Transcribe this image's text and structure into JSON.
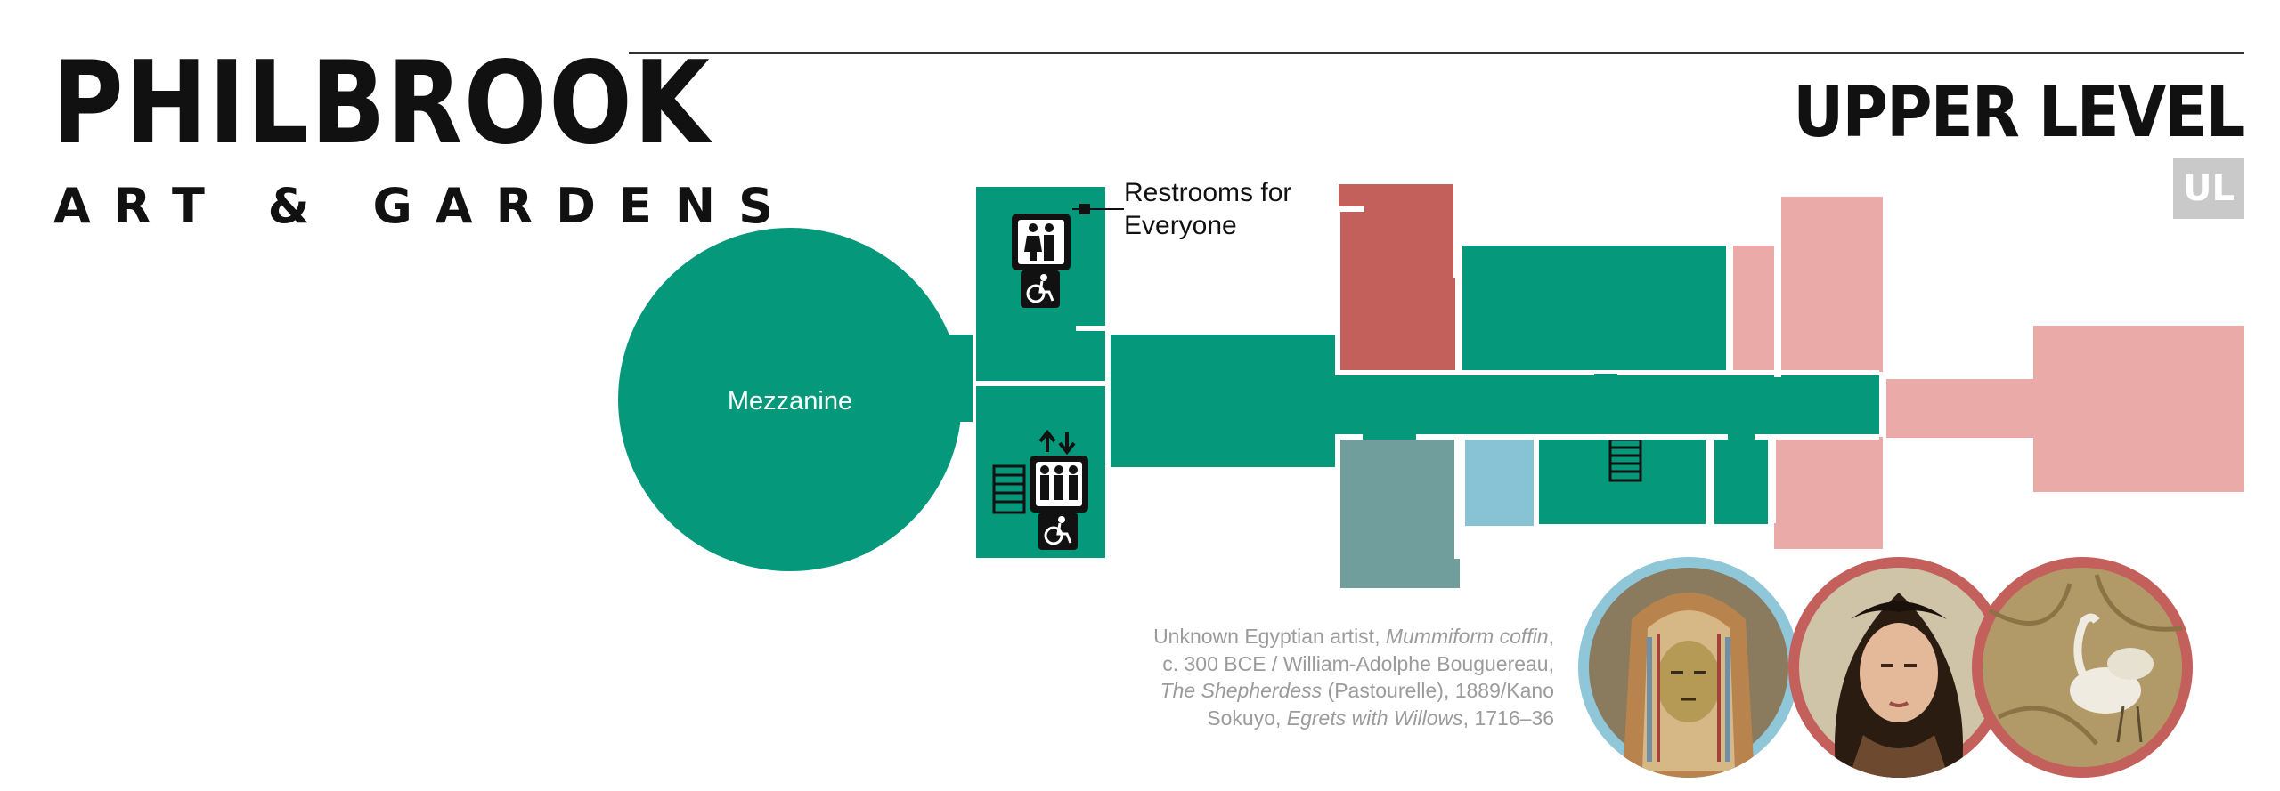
{
  "logo": {
    "line1": "PHILBROOK",
    "line2": "ART & GARDENS"
  },
  "level": {
    "title": "UPPER LEVEL",
    "badge": "UL"
  },
  "map": {
    "rooms": {
      "mezzanine": "Mezzanine"
    },
    "callout": "Restrooms for Everyone",
    "colors": {
      "teal": "#05987a",
      "red": "#c4605c",
      "pink": "#eaaaa7",
      "slate": "#6f9e9c",
      "lightBlue": "#88c3d5",
      "gray": "#c9c9c9"
    },
    "icons": [
      "restroom-icon",
      "accessible-icon",
      "elevator-icon",
      "stairs-icon"
    ]
  },
  "caption": {
    "parts": [
      {
        "text": "Unknown Egyptian artist, ",
        "italic": false
      },
      {
        "text": "Mummiform coffin",
        "italic": true
      },
      {
        "text": ", c. 300 BCE / William-Adolphe Bouguereau, ",
        "italic": false
      },
      {
        "text": "The Shepherdess",
        "italic": true
      },
      {
        "text": " (Pastourelle), 1889/Kano Sokuyo, ",
        "italic": false
      },
      {
        "text": "Egrets with Willows",
        "italic": true
      },
      {
        "text": ", 1716–36",
        "italic": false
      }
    ]
  },
  "artworks": [
    {
      "name": "Mummiform coffin",
      "ring": "#8fc6d8"
    },
    {
      "name": "The Shepherdess",
      "ring": "#c4605c"
    },
    {
      "name": "Egrets with Willows",
      "ring": "#c4605c"
    }
  ]
}
